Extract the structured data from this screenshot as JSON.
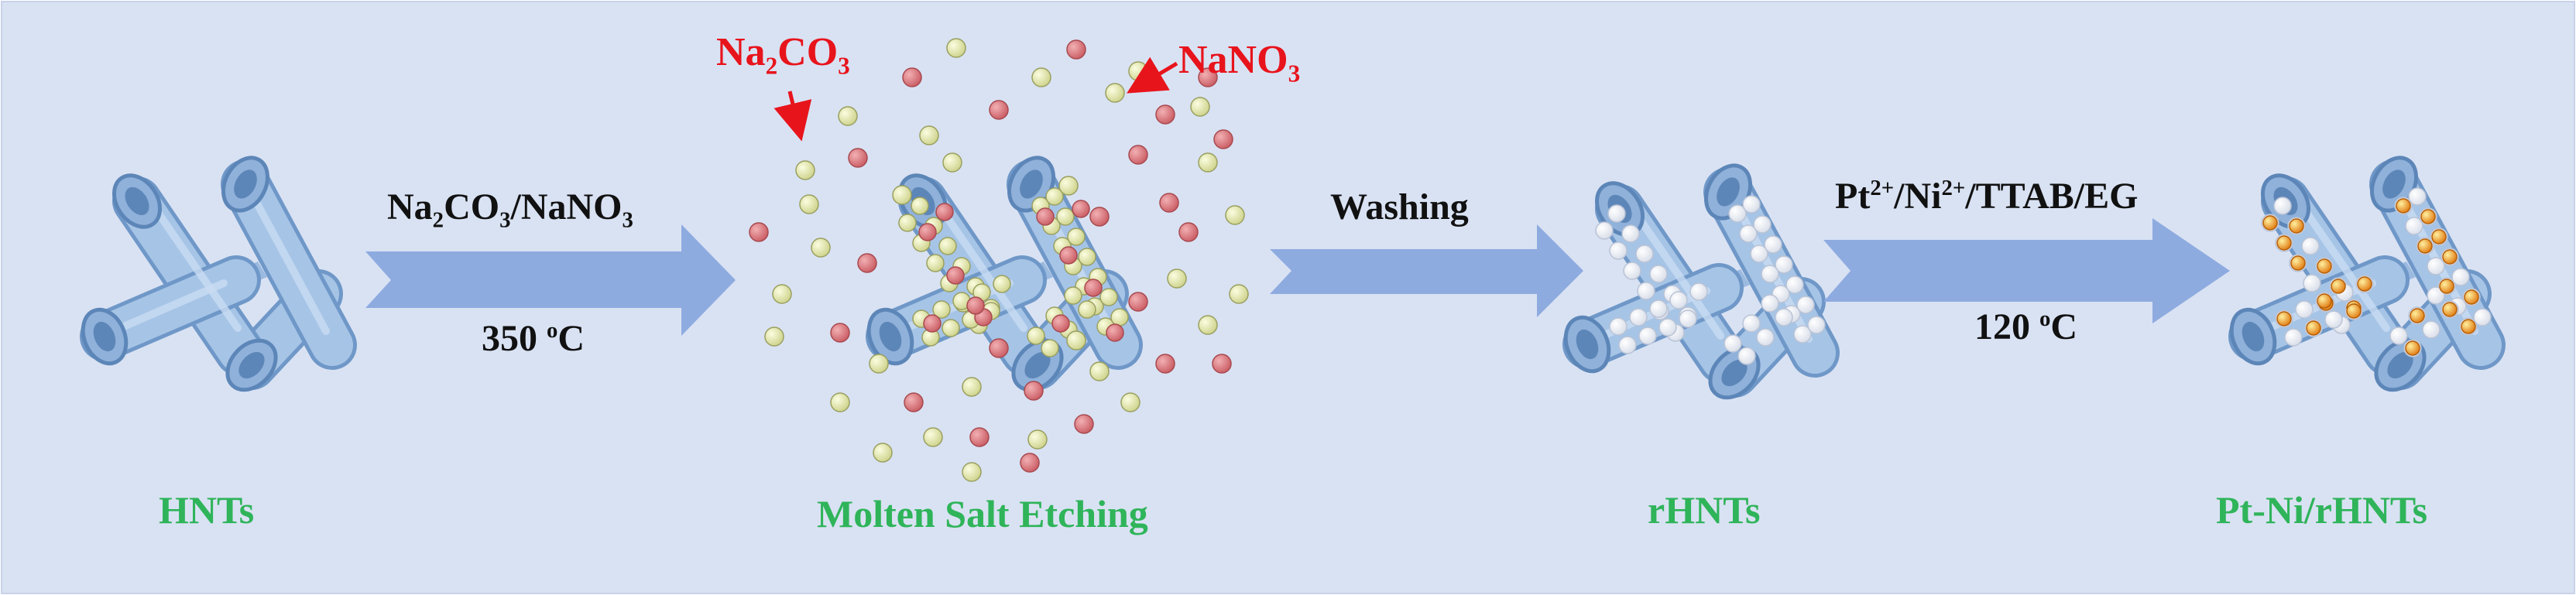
{
  "colors": {
    "background": "#d9e2f3",
    "tube": "#9fbfe2",
    "tube_dark": "#6f98c8",
    "arrow": "#8eabe0",
    "green_label": "#2fb45a",
    "red_label": "#e8141c",
    "particle_red": "#d9767c",
    "particle_yellow": "#e6eaa0",
    "pore_white": "#ffffff",
    "pt_ni_particle": "#f29a1f"
  },
  "stages": {
    "hnts": "HNTs",
    "etching": "Molten Salt Etching",
    "rhnts": "rHNTs",
    "ptni": "Pt-Ni/rHNTs"
  },
  "salts": {
    "na2co3": {
      "prefix": "Na",
      "sub1": "2",
      "mid": "CO",
      "sub2": "3"
    },
    "nano3": {
      "prefix": "NaNO",
      "sub1": "3"
    }
  },
  "arrows": {
    "step1": {
      "reagent": {
        "a": "Na",
        "a_sub": "2",
        "b": "CO",
        "b_sub": "3",
        "c": "/NaNO",
        "c_sub": "3"
      },
      "temp": {
        "value": "350 ",
        "sup": "o",
        "unit": "C"
      }
    },
    "step2": {
      "label": "Washing"
    },
    "step3": {
      "reagent": {
        "a": "Pt",
        "a_sup": "2+",
        "b": "/Ni",
        "b_sup": "2+",
        "c": "/TTAB/EG"
      },
      "temp": {
        "value": "120 ",
        "sup": "o",
        "unit": "C"
      }
    }
  }
}
